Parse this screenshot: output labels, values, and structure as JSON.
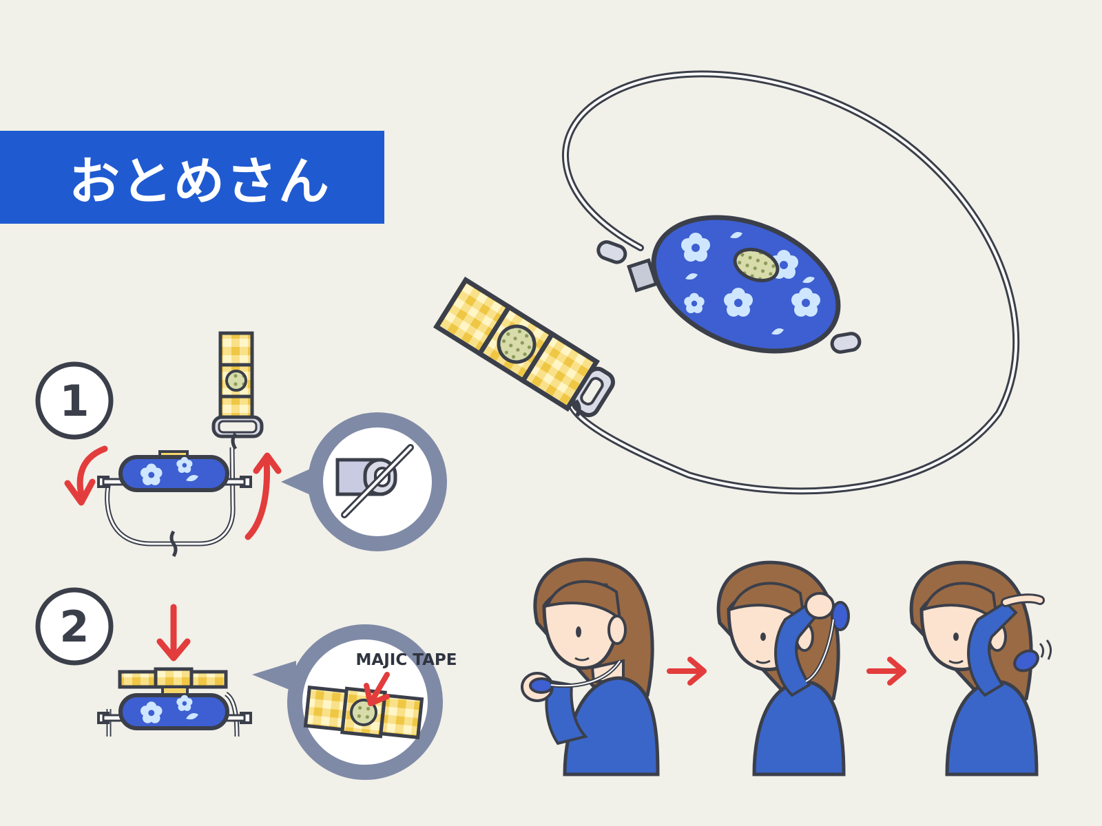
{
  "title": "おとめさん",
  "steps": [
    {
      "number": "1"
    },
    {
      "number": "2"
    }
  ],
  "callout": {
    "tape_label": "MAJIC TAPE"
  },
  "colors": {
    "banner": "#1f5ad1",
    "background": "#f1f0e9",
    "pouch_blue": "#3d5fd1",
    "flower": "#bfe0ff",
    "gingham": "#f5d66a",
    "arrow_red": "#e33c3c",
    "outline": "#3b3f4a",
    "cord": "#ffffff",
    "callout_ring": "#7f8aa6",
    "shirt": "#3a66c9",
    "hair": "#9a6a44",
    "skin": "#fbe3cf"
  },
  "icons": [
    "flower-pattern",
    "gingham-pattern",
    "red-arrow",
    "gray-arrow",
    "ring-icon"
  ]
}
